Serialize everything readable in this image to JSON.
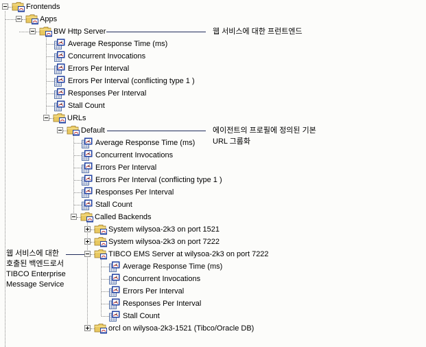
{
  "tree": {
    "nodes": [
      {
        "id": "frontends",
        "label": "Frontends",
        "type": "folder",
        "level": 0,
        "expanded": true
      },
      {
        "id": "apps",
        "label": "Apps",
        "type": "folder",
        "level": 1,
        "expanded": true
      },
      {
        "id": "bw-http-server",
        "label": "BW Http Server",
        "type": "folder",
        "level": 2,
        "expanded": true
      },
      {
        "id": "bw-avg-resp",
        "label": "Average Response Time (ms)",
        "type": "metric",
        "level": 3
      },
      {
        "id": "bw-conc-inv",
        "label": "Concurrent Invocations",
        "type": "metric",
        "level": 3
      },
      {
        "id": "bw-errors",
        "label": "Errors Per Interval",
        "type": "metric",
        "level": 3
      },
      {
        "id": "bw-errors-conf",
        "label": "Errors Per Interval (conflicting type 1 )",
        "type": "metric",
        "level": 3
      },
      {
        "id": "bw-responses",
        "label": "Responses Per Interval",
        "type": "metric",
        "level": 3
      },
      {
        "id": "bw-stall",
        "label": "Stall Count",
        "type": "metric",
        "level": 3
      },
      {
        "id": "urls",
        "label": "URLs",
        "type": "folder",
        "level": 3,
        "expanded": true
      },
      {
        "id": "default",
        "label": "Default",
        "type": "folder",
        "level": 4,
        "expanded": true
      },
      {
        "id": "def-avg-resp",
        "label": "Average Response Time (ms)",
        "type": "metric",
        "level": 5
      },
      {
        "id": "def-conc-inv",
        "label": "Concurrent Invocations",
        "type": "metric",
        "level": 5
      },
      {
        "id": "def-errors",
        "label": "Errors Per Interval",
        "type": "metric",
        "level": 5
      },
      {
        "id": "def-errors-conf",
        "label": "Errors Per Interval (conflicting type 1 )",
        "type": "metric",
        "level": 5
      },
      {
        "id": "def-responses",
        "label": "Responses Per Interval",
        "type": "metric",
        "level": 5
      },
      {
        "id": "def-stall",
        "label": "Stall Count",
        "type": "metric",
        "level": 5
      },
      {
        "id": "called-backends",
        "label": "Called Backends",
        "type": "folder",
        "level": 5,
        "expanded": true
      },
      {
        "id": "sys-1521",
        "label": "System wilysoa-2k3 on port 1521",
        "type": "folder",
        "level": 6,
        "expanded": false
      },
      {
        "id": "sys-7222",
        "label": "System wilysoa-2k3 on port 7222",
        "type": "folder",
        "level": 6,
        "expanded": false
      },
      {
        "id": "tibco-ems",
        "label": "TIBCO EMS Server at wilysoa-2k3 on port 7222",
        "type": "folder",
        "level": 6,
        "expanded": true
      },
      {
        "id": "ems-avg-resp",
        "label": "Average Response Time (ms)",
        "type": "metric",
        "level": 7
      },
      {
        "id": "ems-conc-inv",
        "label": "Concurrent Invocations",
        "type": "metric",
        "level": 7
      },
      {
        "id": "ems-errors",
        "label": "Errors Per Interval",
        "type": "metric",
        "level": 7
      },
      {
        "id": "ems-responses",
        "label": "Responses Per Interval",
        "type": "metric",
        "level": 7
      },
      {
        "id": "ems-stall",
        "label": "Stall Count",
        "type": "metric",
        "level": 7
      },
      {
        "id": "orcl",
        "label": "orcl on wilysoa-2k3-1521 (Tibco/Oracle DB)",
        "type": "folder",
        "level": 6,
        "expanded": false
      }
    ]
  },
  "annotations": {
    "frontend": {
      "line1": "웹 서비스에 대한 프런트엔드"
    },
    "default_url": {
      "line1": "에이전트의 프로필에 정의된 기본",
      "line2": "URL 그룹화"
    },
    "backend": {
      "line1": "웹 서비스에 대한",
      "line2": "호출된 백엔드로서",
      "line3": "TIBCO Enterprise",
      "line4": "Message Service"
    }
  },
  "colors": {
    "background": "#fcfcfa",
    "annotation_line": "#1e2a5a",
    "folder": "#e8c860",
    "metric_icon": "#2040a0"
  }
}
